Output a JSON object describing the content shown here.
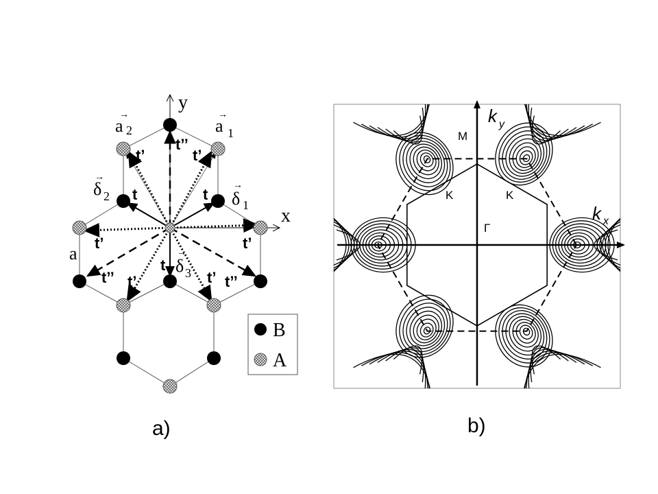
{
  "panel_a": {
    "caption": "a)",
    "axis_x": "x",
    "axis_y": "y",
    "vectors": {
      "a1_arrow": "→",
      "a1": "a",
      "a1_sub": "1",
      "a2_arrow": "→",
      "a2": "a",
      "a2_sub": "2",
      "d1_arrow": "→",
      "d1": "δ",
      "d1_sub": "1",
      "d2_arrow": "→",
      "d2": "δ",
      "d2_sub": "2",
      "d3_arrow": "→",
      "d3": "δ",
      "d3_sub": "3"
    },
    "lattice_constant": "a",
    "hoppings": {
      "t_ul": "t",
      "t_ur": "t",
      "t_dn": "t",
      "tp_1": "t’",
      "tp_2": "t’",
      "tp_3": "t’",
      "tp_4": "t’",
      "tp_5": "t’",
      "tp_6": "t’",
      "tpp_1": "t’’",
      "tpp_2": "t’’",
      "tpp_3": "t’’"
    },
    "legend": {
      "b_label": "B",
      "a_label": "A"
    }
  },
  "panel_b": {
    "caption": "b)",
    "axis_kx": "k",
    "axis_kx_sub": "x",
    "axis_ky": "k",
    "axis_ky_sub": "y",
    "point_m": "M",
    "point_k_left": "K",
    "point_k_right": "K",
    "point_gamma": "Γ"
  },
  "colors": {
    "ink": "#000000",
    "frame": "#888888",
    "a_site_fill": "#eeeeee"
  }
}
